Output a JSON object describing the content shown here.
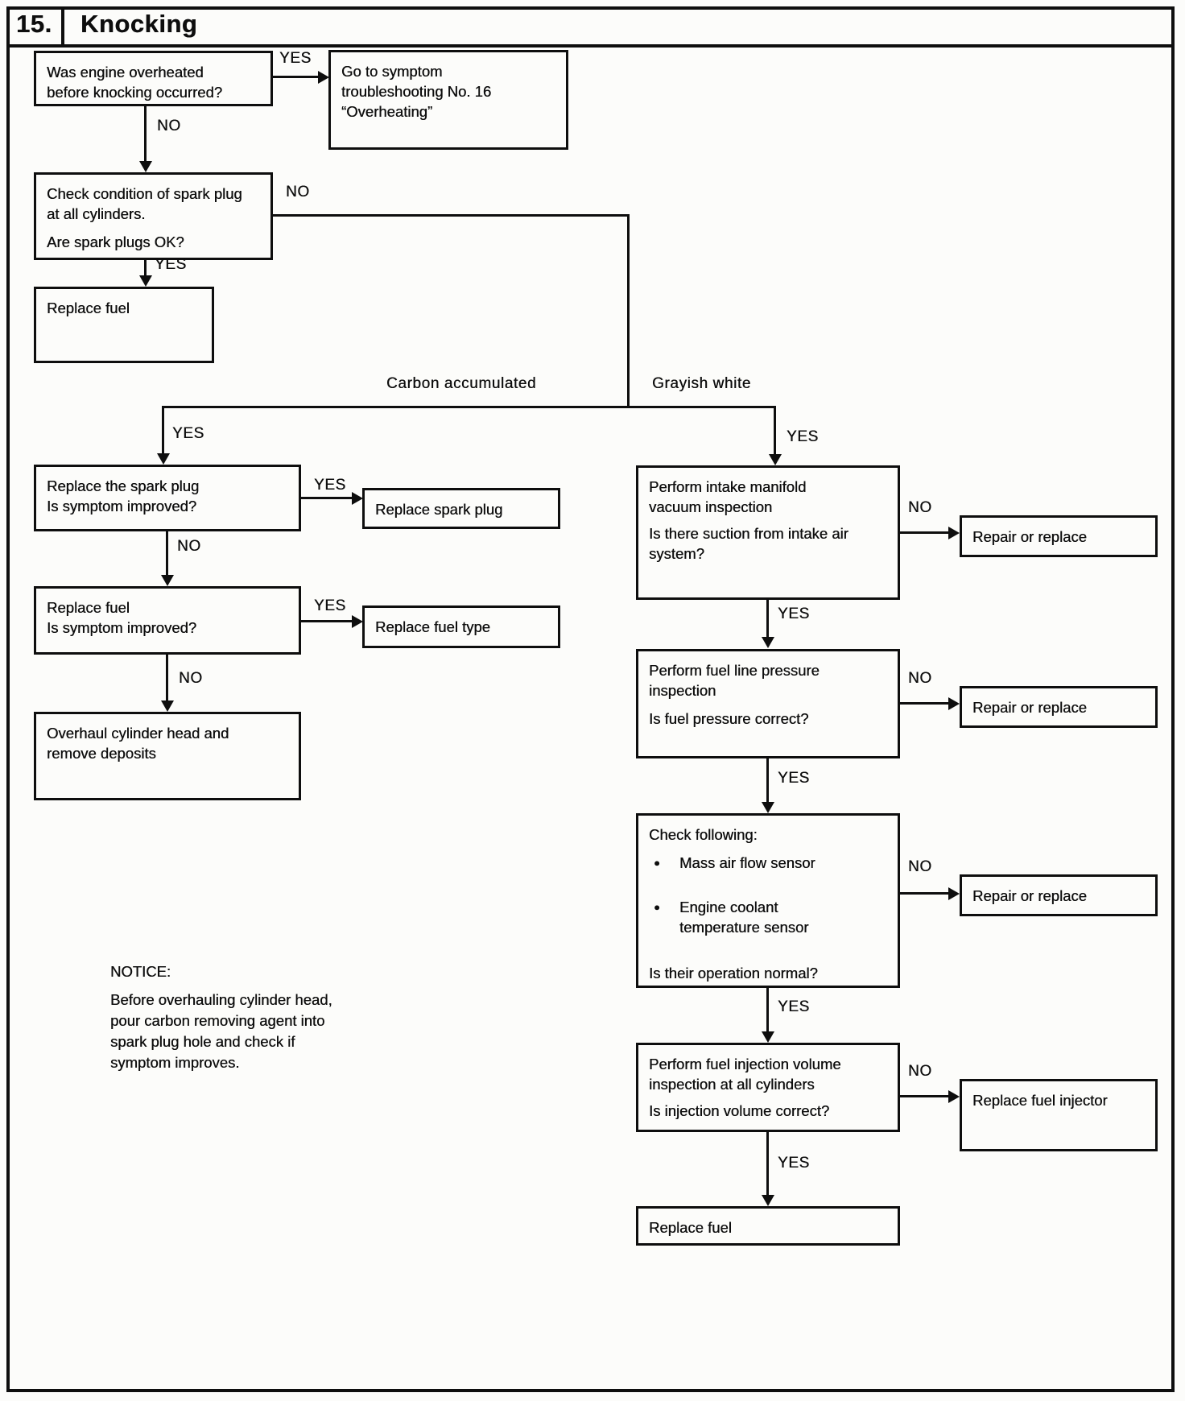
{
  "header": {
    "number": "15.",
    "title": "Knocking"
  },
  "nodes": {
    "q1": {
      "lines": [
        "Was engine overheated",
        "before knocking occurred?"
      ]
    },
    "r1": {
      "lines": [
        "Go to symptom",
        "troubleshooting No. 16",
        "“Overheating”"
      ]
    },
    "q2": {
      "p1": [
        "Check condition of spark plug",
        "at all cylinders."
      ],
      "p2": [
        "Are spark plugs OK?"
      ]
    },
    "a1": {
      "lines": [
        "Replace fuel"
      ]
    },
    "q3": {
      "lines": [
        "Replace the spark plug",
        "Is symptom improved?"
      ]
    },
    "r2": {
      "lines": [
        "Replace spark plug"
      ]
    },
    "q4": {
      "lines": [
        "Replace fuel",
        "Is symptom improved?"
      ]
    },
    "r3": {
      "lines": [
        "Replace fuel type"
      ]
    },
    "a2": {
      "lines": [
        "Overhaul cylinder head and",
        "remove deposits"
      ]
    },
    "q5": {
      "p1": [
        "Perform intake manifold",
        "vacuum inspection"
      ],
      "p2": [
        "Is there suction from intake air",
        "system?"
      ]
    },
    "rr1": {
      "lines": [
        "Repair or replace"
      ]
    },
    "q6": {
      "p1": [
        "Perform fuel line pressure",
        "inspection"
      ],
      "p2": [
        "Is fuel pressure correct?"
      ]
    },
    "rr2": {
      "lines": [
        "Repair or replace"
      ]
    },
    "q7": {
      "heading": "Check following:",
      "bullet1": [
        "Mass air flow sensor"
      ],
      "bullet2": [
        "Engine coolant",
        "temperature sensor"
      ],
      "question": "Is their operation normal?"
    },
    "rr3": {
      "lines": [
        "Repair or replace"
      ]
    },
    "q8": {
      "p1": [
        "Perform fuel injection volume",
        "inspection at all cylinders"
      ],
      "p2": [
        "Is injection volume correct?"
      ]
    },
    "ri1": {
      "lines": [
        "Replace fuel injector"
      ]
    },
    "a3": {
      "lines": [
        "Replace fuel"
      ]
    }
  },
  "labels": {
    "yes_q1": "YES",
    "no_q1": "NO",
    "no_q2": "NO",
    "yes_q2": "YES",
    "carbon": "Carbon accumulated",
    "grayish": "Grayish white",
    "yes_left": "YES",
    "yes_right": "YES",
    "yes_q3": "YES",
    "no_q3": "NO",
    "yes_q4": "YES",
    "no_q4": "NO",
    "no_q5": "NO",
    "yes_q5": "YES",
    "no_q6": "NO",
    "yes_q6": "YES",
    "no_q7": "NO",
    "yes_q7": "YES",
    "no_q8": "NO",
    "yes_q8": "YES"
  },
  "notice": {
    "heading": "NOTICE:",
    "lines": [
      "Before overhauling cylinder head,",
      "pour carbon removing agent into",
      "spark plug hole and check if",
      "symptom improves."
    ]
  },
  "colors": {
    "ink": "#0e0e0e",
    "paper": "#fcfcfa"
  }
}
